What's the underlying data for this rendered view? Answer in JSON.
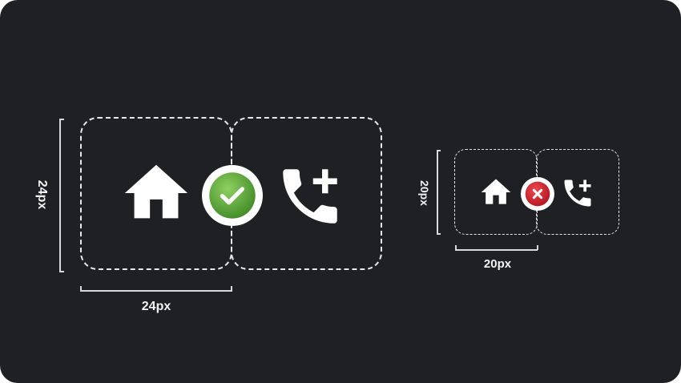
{
  "colors": {
    "background": "#1f2023",
    "outline": "#e8e8ea",
    "success": "#5ea33a",
    "error": "#c91f2a",
    "icon": "#ffffff"
  },
  "large_example": {
    "icons": [
      "home-icon",
      "add-call-icon"
    ],
    "status": "check-icon",
    "height_label": "24px",
    "width_label": "24px"
  },
  "small_example": {
    "icons": [
      "home-icon",
      "add-call-icon"
    ],
    "status": "close-icon",
    "height_label": "20px",
    "width_label": "20px"
  }
}
